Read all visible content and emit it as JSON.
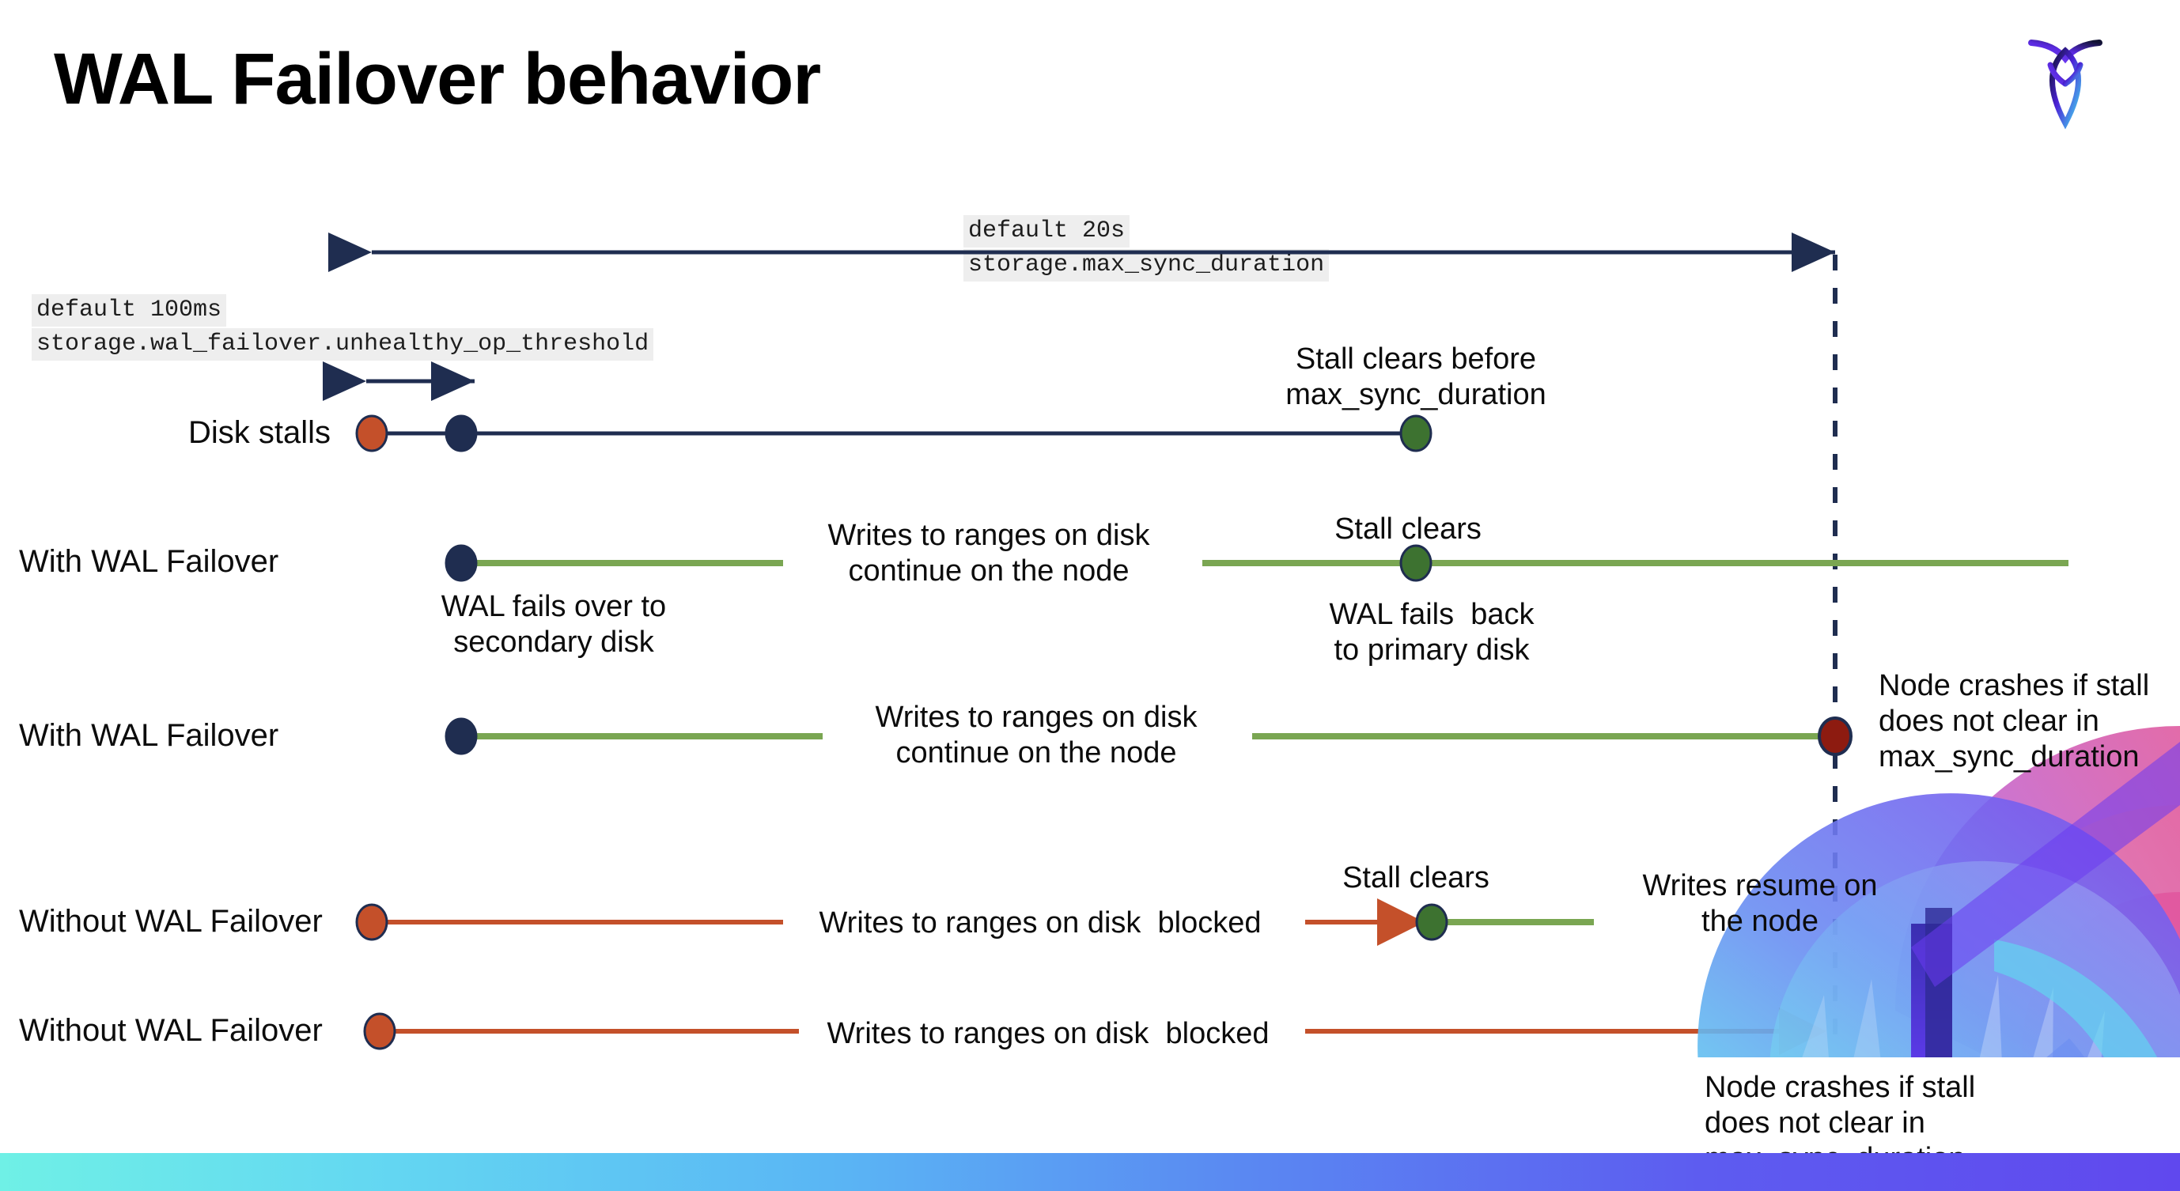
{
  "slide": {
    "title": "WAL Failover behavior",
    "logo_name": "cockroachdb-logo"
  },
  "settings": {
    "max_sync": {
      "default": "default 20s",
      "name": "storage.max_sync_duration"
    },
    "unhealthy": {
      "default": "default 100ms",
      "name": "storage.wal_failover.unhealthy_op_threshold"
    }
  },
  "rows": {
    "disk_stalls": {
      "label": "Disk stalls",
      "note": "Stall clears before\nmax_sync_duration"
    },
    "with_failover_1": {
      "label": "With WAL Failover",
      "start_note": "WAL fails over to\nsecondary disk",
      "mid_note": "Writes to ranges on disk\ncontinue on the node",
      "clear_note": "Stall clears",
      "back_note": "WAL fails  back\nto primary disk"
    },
    "with_failover_2": {
      "label": "With WAL Failover",
      "mid_note": "Writes to ranges on disk\ncontinue on the node",
      "crash_note": "Node crashes if stall\ndoes not clear in\nmax_sync_duration"
    },
    "without_failover_1": {
      "label": "Without WAL Failover",
      "mid_note": "Writes to ranges on disk  blocked",
      "clear_note": "Stall clears",
      "resume_note": "Writes resume on\nthe node"
    },
    "without_failover_2": {
      "label": "Without WAL Failover",
      "mid_note": "Writes to ranges on disk  blocked",
      "crash_note": "Node crashes if stall\ndoes not clear in\nmax_sync_duration"
    }
  },
  "colors": {
    "navy": "#1f2d50",
    "orange": "#c4502a",
    "green_line": "#7aa652",
    "green_dot": "#3d7230",
    "dark_red": "#8d1b10",
    "chip_bg": "#eeeeee"
  }
}
